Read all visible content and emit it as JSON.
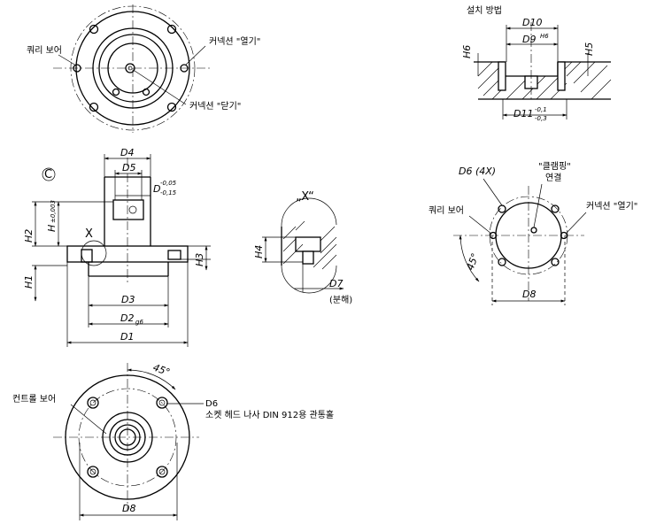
{
  "top_view": {
    "ball_lock_bore": "쿼리 보어",
    "connection_open": "커넥션 \"열기\"",
    "connection_close": "커넥션 \"닫기\""
  },
  "install": {
    "title": "설치 방법",
    "d10": "D10",
    "d9": "D9",
    "d9_tol": "H6",
    "h6": "H6",
    "h5": "H5",
    "d11": "D11",
    "d11_tol_upper": "-0,1",
    "d11_tol_lower": "-0,3"
  },
  "section": {
    "symbol": "C",
    "d4": "D4",
    "d5": "D5",
    "d": "D",
    "d_tol_upper": "-0,05",
    "d_tol_lower": "-0,15",
    "h": "H",
    "h_tol": "±0,003",
    "h2": "H2",
    "h1": "H1",
    "h3": "H3",
    "x": "X",
    "d3": "D3",
    "d2": "D2",
    "d2_tol": "g6",
    "d1": "D1"
  },
  "detail": {
    "title": "„X“",
    "h4": "H4",
    "d7": "D7",
    "d7_note": "(분해)"
  },
  "install_top": {
    "d6": "D6 (4X)",
    "clamping_line1": "\"클램핑\"",
    "clamping_line2": "연결",
    "ball_lock_bore": "쿼리 보어",
    "connection_open": "커넥션 \"열기\"",
    "angle": "45°",
    "d8": "D8"
  },
  "bottom_view": {
    "angle": "45°",
    "center_bore": "컨트롤 보어",
    "d6": "D6",
    "socket_note": "소켓 헤드 나사 DIN 912용 관통홀",
    "d8": "D8"
  }
}
